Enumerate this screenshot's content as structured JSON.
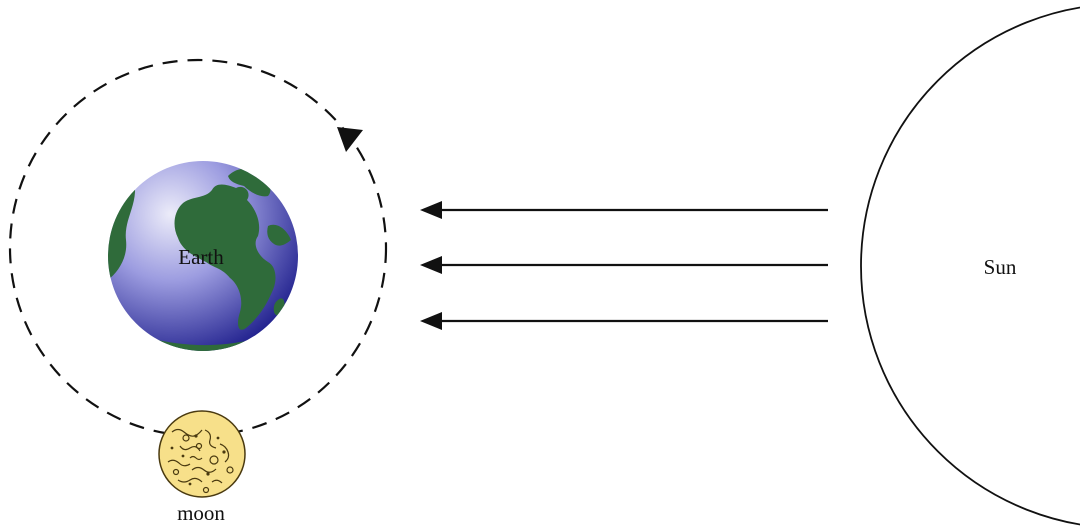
{
  "labels": {
    "earth": "Earth",
    "sun": "Sun",
    "moon": "moon"
  },
  "icons": {
    "earth": "earth-globe-icon",
    "moon": "moon-icon",
    "sun": "sun-circle",
    "orbit": "dashed-orbit-path",
    "orbit_arrow": "orbit-direction-arrowhead",
    "sunlight": "sunlight-arrow"
  },
  "colors": {
    "ocean_light": "#e6e6f7",
    "ocean_mid": "#8585d6",
    "ocean_dark": "#262699",
    "land": "#2f6b3a",
    "moon_fill": "#f7e08a",
    "moon_marks": "#4a3a10",
    "line": "#111111"
  }
}
